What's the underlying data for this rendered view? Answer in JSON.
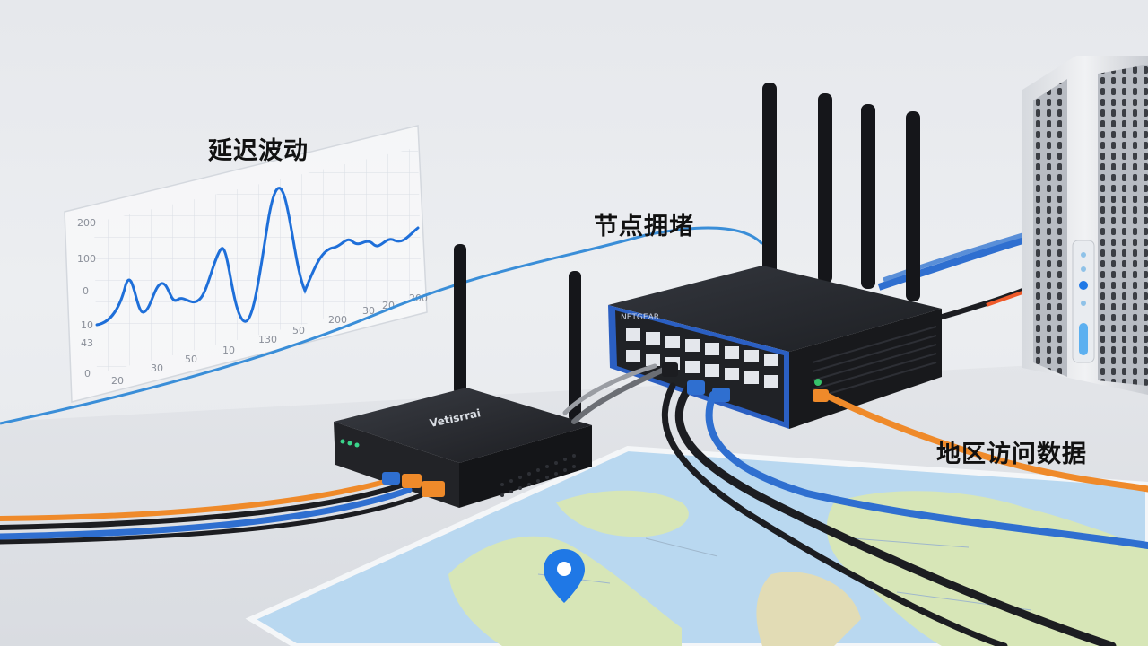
{
  "labels": {
    "latency": "延迟波动",
    "congestion": "节点拥堵",
    "regional_access": "地区访问数据"
  },
  "chart": {
    "y_ticks": [
      "200",
      "100",
      "0",
      "10",
      "43",
      "0"
    ],
    "x_ticks": [
      "20",
      "30",
      "50",
      "10",
      "130",
      "50",
      "200",
      "30",
      "20",
      "200"
    ],
    "line_color": "#1e6fd9"
  },
  "devices": {
    "router_brand": "Vetisrrai",
    "switch_brand": "NETGEAR"
  },
  "icons": [
    "map-pin-icon"
  ],
  "colors": {
    "blue_cable": "#2f6fd0",
    "orange_cable": "#ef8a2a",
    "black_cable": "#1c1d21",
    "map_water": "#b9d8f0",
    "map_land": "#d7e6b7"
  }
}
